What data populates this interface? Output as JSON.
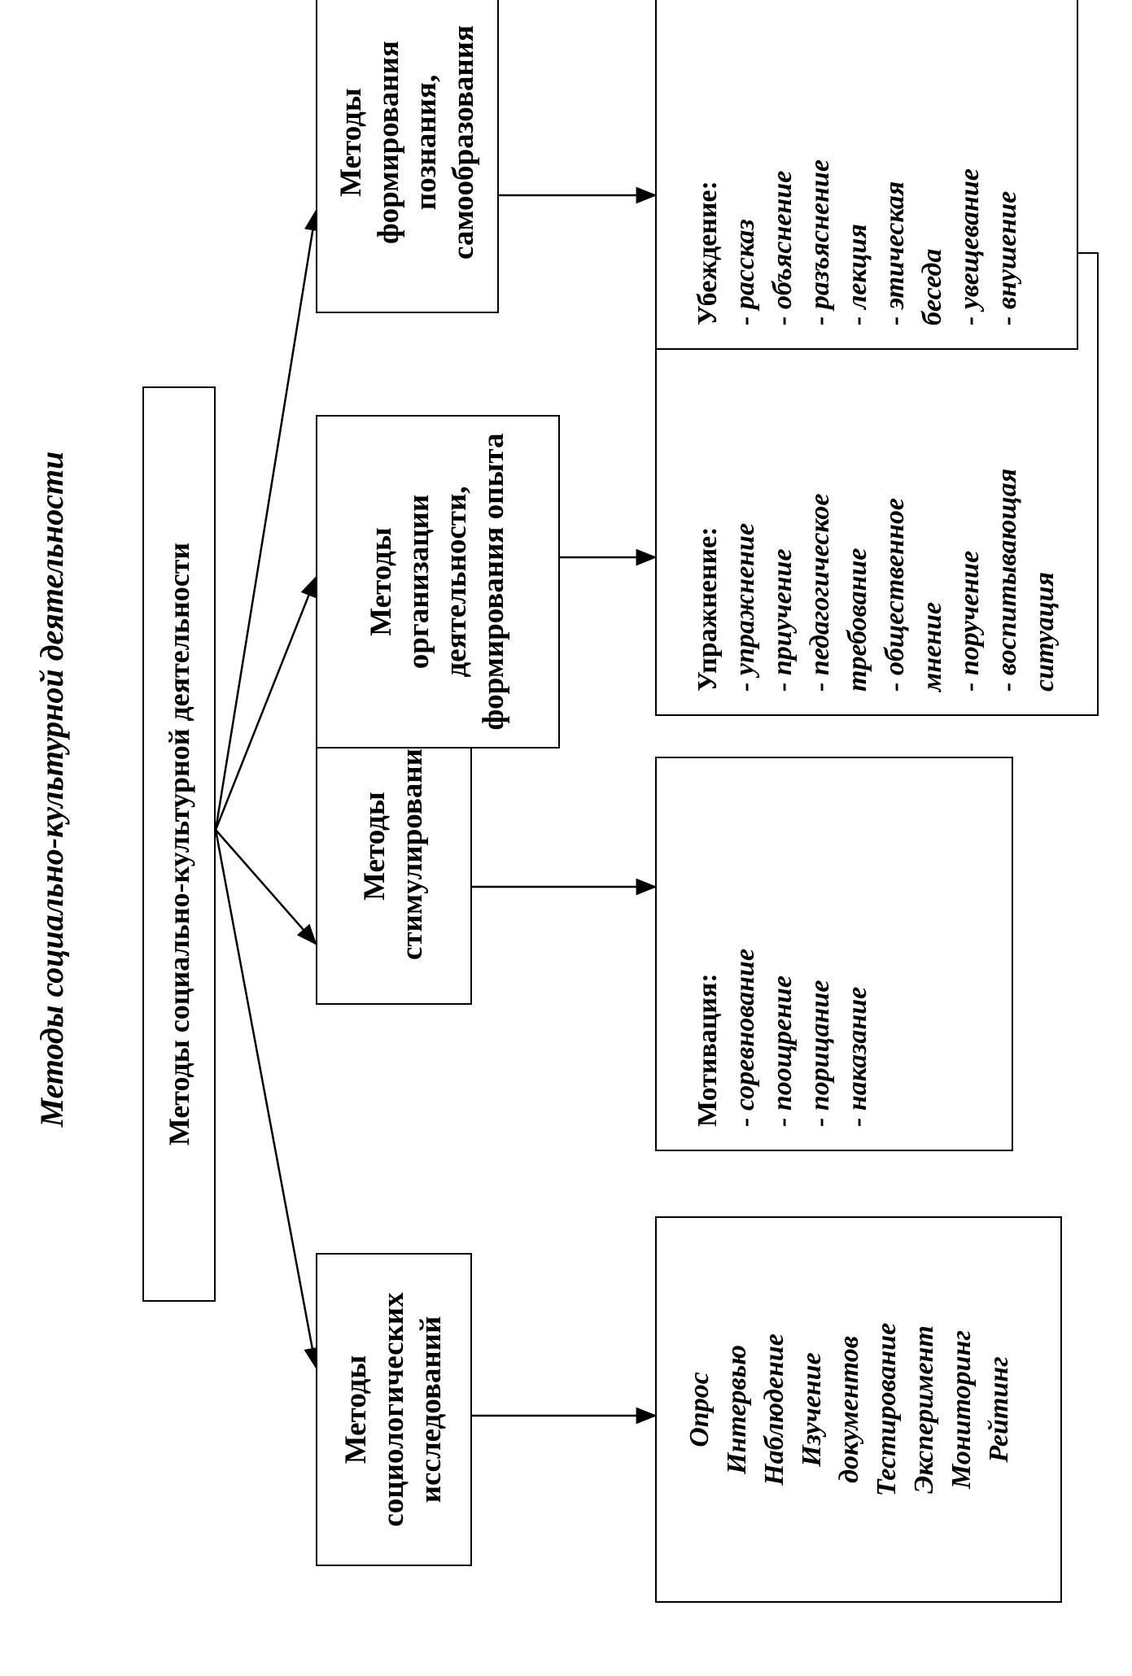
{
  "title": "Методы социально-культурной деятельности",
  "root": {
    "label": "Методы социально-культурной деятельности"
  },
  "categories": [
    {
      "line1": "Методы",
      "line2": "социологических",
      "line3": "исследований",
      "line4": ""
    },
    {
      "line1": "Методы",
      "line2": "стимулирования",
      "line3": "",
      "line4": ""
    },
    {
      "line1": "Методы",
      "line2": "организации",
      "line3": "деятельности,",
      "line4": "формирования опыта"
    },
    {
      "line1": "Методы",
      "line2": "формирования",
      "line3": "познания,",
      "line4": "самообразования"
    }
  ],
  "research": {
    "items": [
      "Опрос",
      "Интервью",
      "Наблюдение",
      "Изучение",
      "документов",
      "Тестирование",
      "Эксперимент",
      "Мониторинг",
      "Рейтинг"
    ]
  },
  "motivation": {
    "heading": "Мотивация:",
    "items": [
      "- соревнование",
      "- поощрение",
      "- порицание",
      "- наказание"
    ]
  },
  "exercise": {
    "heading": "Упражнение:",
    "items": [
      "- упражнение",
      "- приучение",
      "- педагогическое",
      "требование",
      "- общественное",
      "мнение",
      "- поручение",
      "- воспитывающая",
      "ситуация"
    ]
  },
  "persuasion": {
    "heading": "Убеждение:",
    "items": [
      "- рассказ",
      "- объяснение",
      "- разъяснение",
      "- лекция",
      "- этическая",
      "беседа",
      "- увещевание",
      "- внушение"
    ]
  }
}
